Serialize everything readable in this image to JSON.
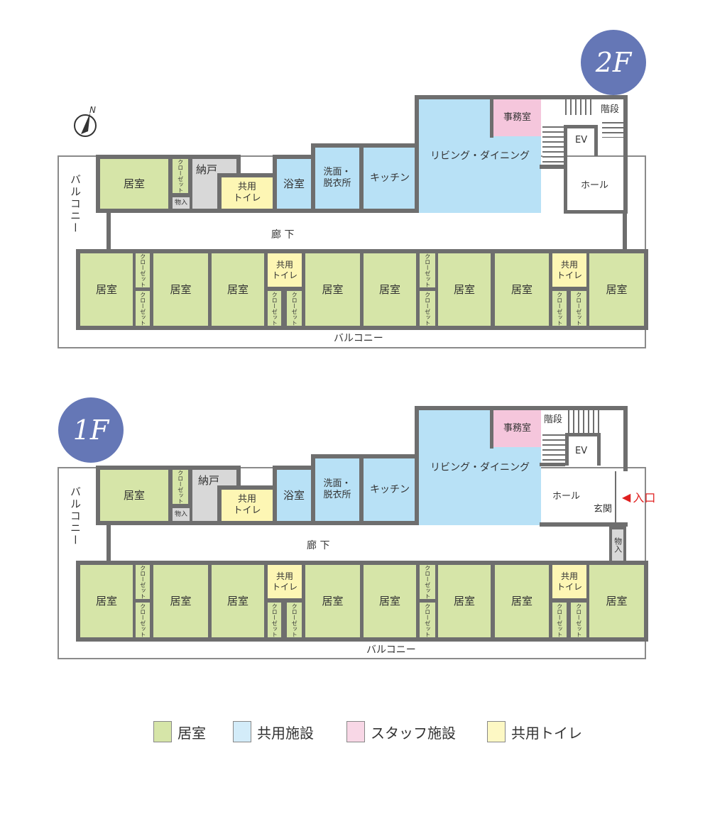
{
  "floors": {
    "f2": {
      "badge": "2F",
      "north": "N",
      "balcony_left": "バルコニー",
      "balcony_bottom": "バルコニー",
      "corridor": "廊 下",
      "rooms": {
        "top_room": "居室",
        "closet_top": "クローゼット",
        "storage_small": "物入",
        "nando": "納戸",
        "toilet_top": "共用\nトイレ",
        "bath": "浴室",
        "washroom": "洗面・\n脱衣所",
        "kitchen": "キッチン",
        "living": "リビング・ダイニング",
        "office": "事務室",
        "stairs": "階段",
        "ev": "EV",
        "hall": "ホール"
      },
      "bottom_row": [
        {
          "type": "room",
          "label": "居室"
        },
        {
          "type": "closet",
          "label": "クローゼット"
        },
        {
          "type": "room",
          "label": "居室"
        },
        {
          "type": "room",
          "label": "居室"
        },
        {
          "type": "toilet",
          "label": "共用\nトイレ"
        },
        {
          "type": "room",
          "label": "居室"
        },
        {
          "type": "room",
          "label": "居室"
        },
        {
          "type": "closet",
          "label": "クローゼット"
        },
        {
          "type": "room",
          "label": "居室"
        },
        {
          "type": "room",
          "label": "居室"
        },
        {
          "type": "toilet",
          "label": "共用\nトイレ"
        },
        {
          "type": "room",
          "label": "居室"
        }
      ]
    },
    "f1": {
      "badge": "1F",
      "balcony_left": "バルコニー",
      "balcony_bottom": "バルコニー",
      "corridor": "廊 下",
      "entrance_label": "入口",
      "rooms": {
        "top_room": "居室",
        "closet_top": "クローゼット",
        "storage_small": "物入",
        "nando": "納戸",
        "toilet_top": "共用\nトイレ",
        "bath": "浴室",
        "washroom": "洗面・\n脱衣所",
        "kitchen": "キッチン",
        "living": "リビング・ダイニング",
        "office": "事務室",
        "stairs": "階段",
        "ev": "EV",
        "hall": "ホール",
        "genkan": "玄関",
        "storage_right": "物入"
      }
    }
  },
  "room_label": "居室",
  "closet_label": "クローゼット",
  "toilet_label": "共用\nトイレ",
  "legend": [
    {
      "label": "居室",
      "color": "#d6e5a8"
    },
    {
      "label": "共用施設",
      "color": "#b8e1f6"
    },
    {
      "label": "スタッフ施設",
      "color": "#f5c6dc"
    },
    {
      "label": "共用トイレ",
      "color": "#fdf6b4"
    }
  ],
  "colors": {
    "wall": "#6e6e6e",
    "badge": "#6577b6",
    "entrance": "#e02020"
  }
}
